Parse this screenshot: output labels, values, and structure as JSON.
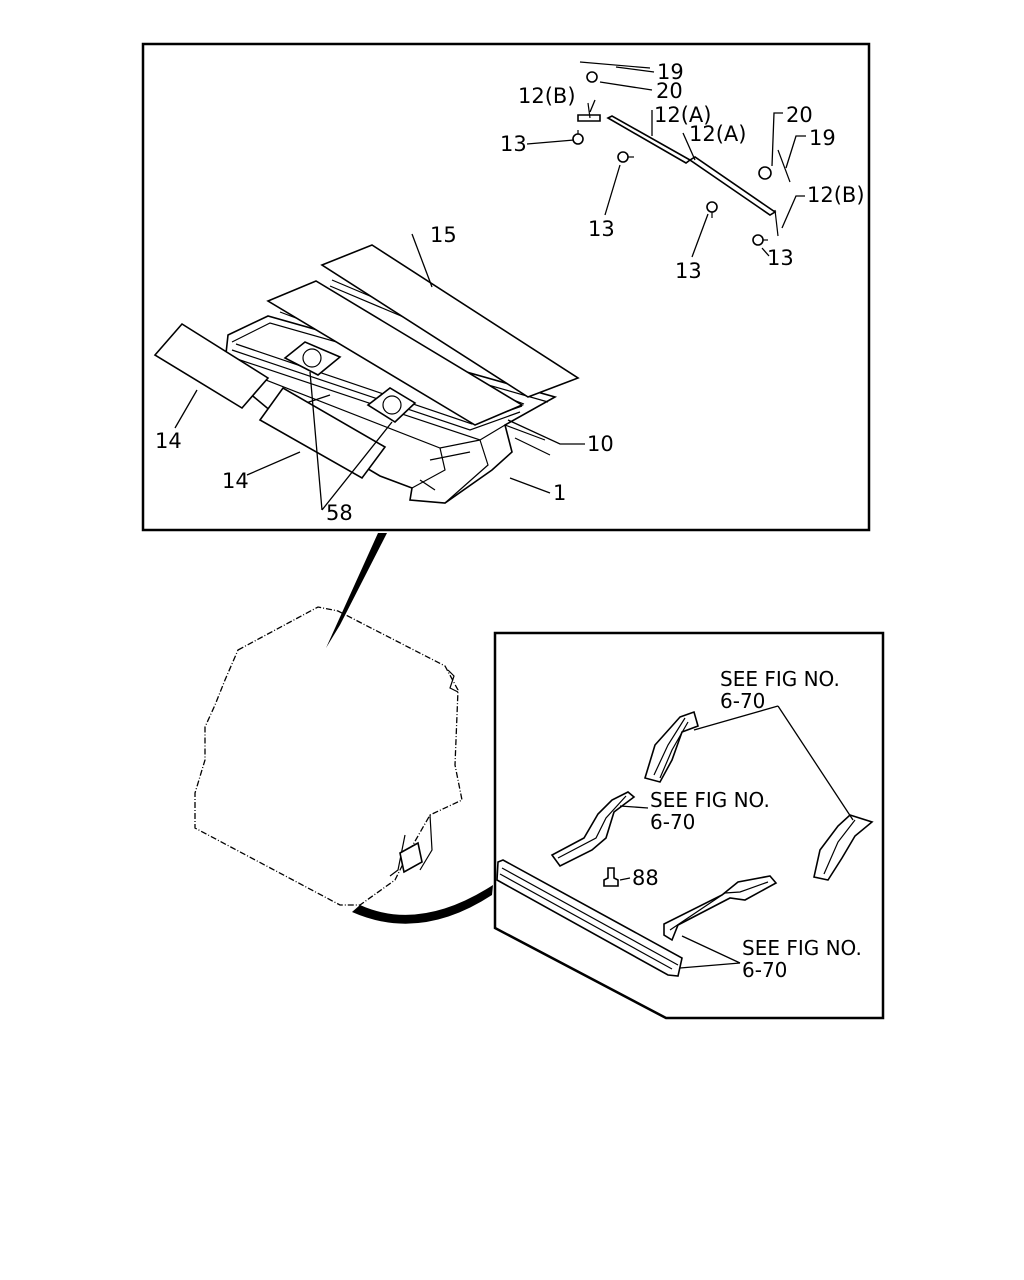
{
  "roof_panel_view": {
    "callouts": {
      "c19_top": "19",
      "c20_top": "20",
      "c12b_left": "12(B)",
      "c12a_1": "12(A)",
      "c12a_2": "12(A)",
      "c20_right": "20",
      "c19_right": "19",
      "c12b_right": "12(B)",
      "c13_a": "13",
      "c13_b": "13",
      "c13_c": "13",
      "c13_d": "13",
      "c15": "15",
      "c10": "10",
      "c1": "1",
      "c14_a": "14",
      "c14_b": "14",
      "c58": "58"
    }
  },
  "floor_frame_view": {
    "callouts": {
      "see_fig_1_line1": "SEE FIG NO.",
      "see_fig_1_line2": "6-70",
      "see_fig_2_line1": "SEE FIG NO.",
      "see_fig_2_line2": "6-70",
      "see_fig_3_line1": "SEE FIG NO.",
      "see_fig_3_line2": "6-70",
      "c88": "88"
    }
  }
}
